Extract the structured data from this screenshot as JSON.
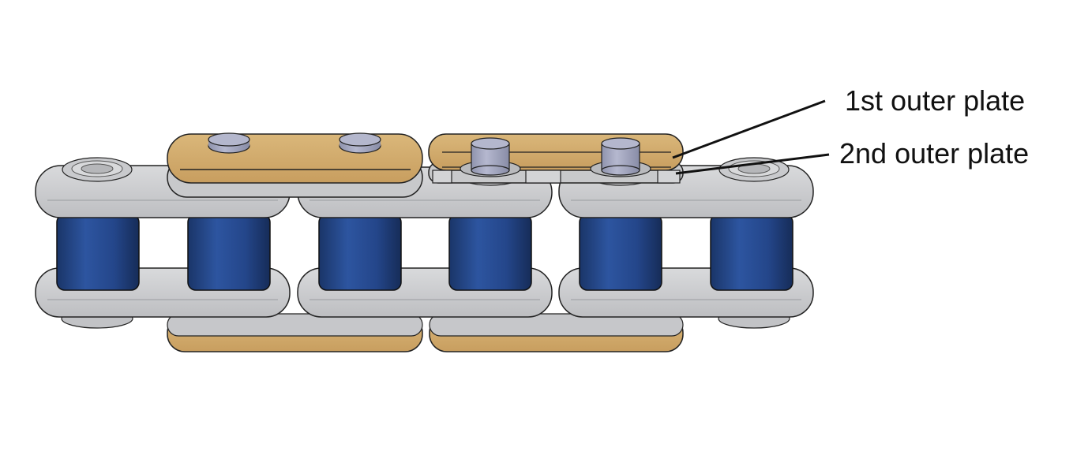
{
  "labels": {
    "first_outer_plate": "1st outer plate",
    "second_outer_plate": "2nd outer plate"
  },
  "colors": {
    "background": "#ffffff",
    "outer_plate": "#d2ac6e",
    "outer_plate_edge": "#b48a4c",
    "inner_plate": "#c8c9cb",
    "inner_plate_edge": "#9a9ca0",
    "roller": "#24468a",
    "roller_dark": "#16305f",
    "pin": "#9c9fb8",
    "outline": "#222222",
    "leader_line": "#111111"
  },
  "icons": [
    "roller-chain-illustration"
  ]
}
